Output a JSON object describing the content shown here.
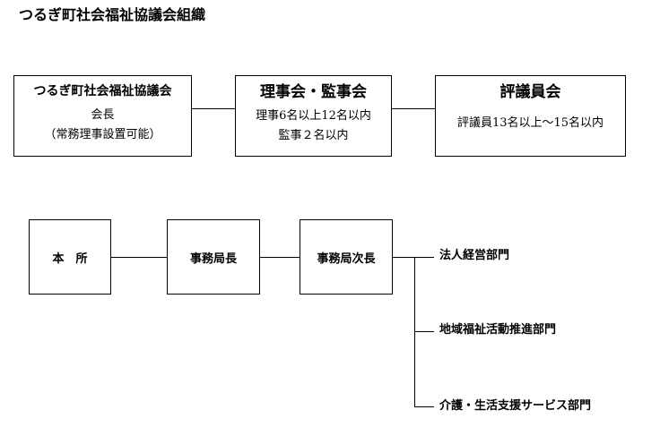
{
  "title": "つるぎ町社会福祉協議会組織",
  "top_row": {
    "council": {
      "heading": "つるぎ町社会福祉協議会",
      "lines": [
        "会長",
        "（常務理事設置可能）"
      ]
    },
    "board": {
      "heading": "理事会・監事会",
      "lines": [
        "理事6名以上12名以内",
        "監事２名以内"
      ]
    },
    "trustees": {
      "heading": "評議員会",
      "lines": [
        "評議員13名以上～15名以内"
      ]
    }
  },
  "org_row": {
    "head_office": "本　所",
    "director": "事務局長",
    "deputy": "事務局次長"
  },
  "departments": [
    "法人経営部門",
    "地域福祉活動推進部門",
    "介護・生活支援サービス部門"
  ]
}
